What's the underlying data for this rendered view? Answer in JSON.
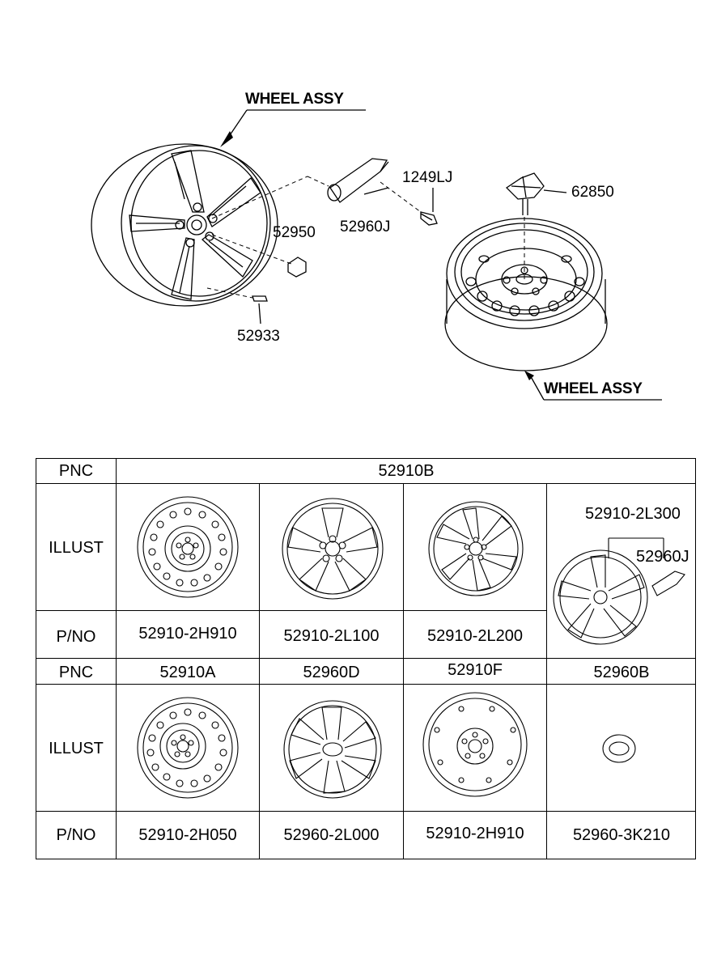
{
  "diagram": {
    "wheel_assy_top": "WHEEL ASSY",
    "wheel_assy_bottom": "WHEEL ASSY",
    "callouts": {
      "p1249lj": "1249LJ",
      "p52960j": "52960J",
      "p52950": "52950",
      "p52933": "52933",
      "p62850": "62850"
    }
  },
  "table": {
    "row_pnc_label": "PNC",
    "row_illust_label": "ILLUST",
    "row_pno_label": "P/NO",
    "top_pnc": "52910B",
    "top_pnos": [
      "52910-2H910",
      "52910-2L100",
      "52910-2L200"
    ],
    "special_pno": "52910-2L300",
    "special_cap": "52960J",
    "bottom_pncs": [
      "52910A",
      "52960D",
      "52910F",
      "52960B"
    ],
    "bottom_pnos": [
      "52910-2H050",
      "52960-2L000",
      "52910-2H910",
      "52960-3K210"
    ]
  }
}
